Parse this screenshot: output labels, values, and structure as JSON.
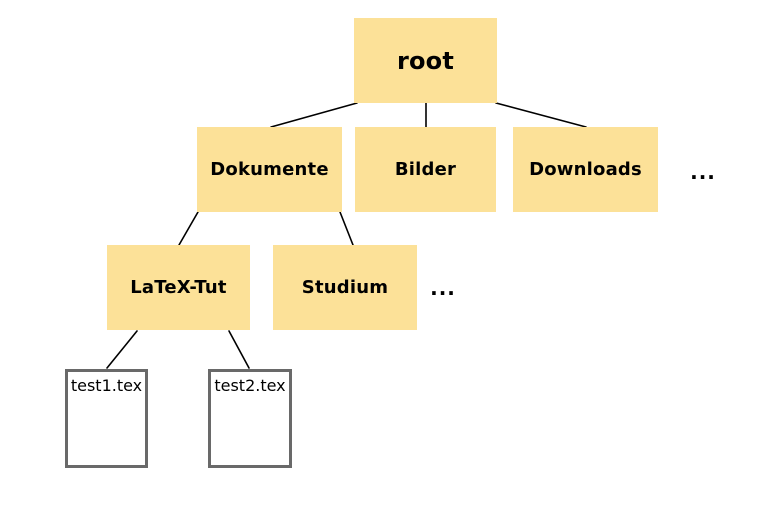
{
  "colors": {
    "folder_fill": "#fce198",
    "file_border": "#696969",
    "edge": "#000000",
    "text": "#000000",
    "background": "#ffffff"
  },
  "tree": {
    "root": {
      "label": "root",
      "type": "folder"
    },
    "level1": {
      "folders": [
        {
          "label": "Dokumente"
        },
        {
          "label": "Bilder"
        },
        {
          "label": "Downloads"
        }
      ],
      "ellipsis": "..."
    },
    "level2": {
      "parent": "Dokumente",
      "folders": [
        {
          "label": "LaTeX-Tut"
        },
        {
          "label": "Studium"
        }
      ],
      "ellipsis": "..."
    },
    "level3": {
      "parent": "LaTeX-Tut",
      "files": [
        {
          "label": "test1.tex"
        },
        {
          "label": "test2.tex"
        }
      ]
    }
  }
}
